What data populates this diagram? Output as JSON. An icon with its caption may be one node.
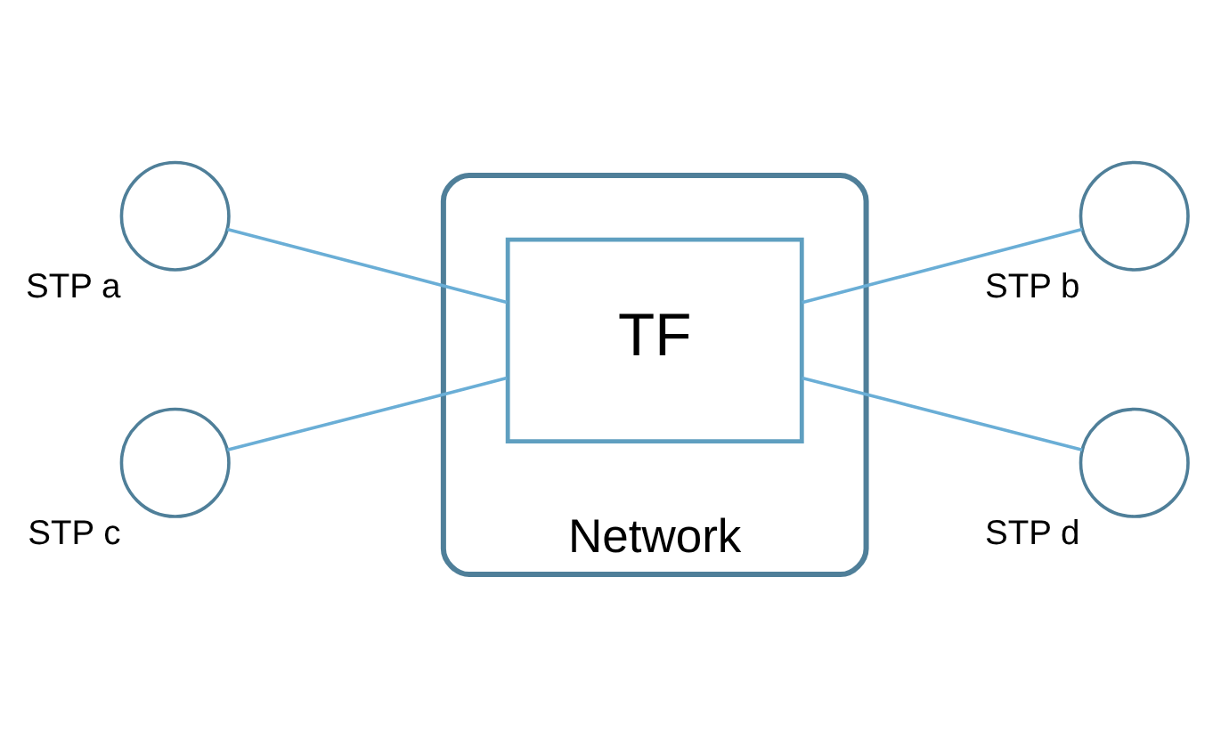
{
  "diagram": {
    "nodes": [
      {
        "text": [
          "Network"
        ]
      },
      {
        "text": [
          "TF"
        ],
        "in": 0
      },
      {
        "text": [],
        "shape": "circle",
        "beside": [
          "STP a"
        ]
      },
      {
        "text": [],
        "shape": "circle",
        "beside": [
          "STP b"
        ]
      },
      {
        "text": [],
        "shape": "circle",
        "beside": [
          "STP c"
        ]
      },
      {
        "text": [],
        "shape": "circle",
        "beside": [
          "STP d"
        ]
      }
    ],
    "edges": [
      {
        "from": 2,
        "to": 1,
        "arrow": "none"
      },
      {
        "from": 1,
        "to": 3,
        "arrow": "none"
      },
      {
        "from": 4,
        "to": 1,
        "arrow": "none"
      },
      {
        "from": 1,
        "to": 5,
        "arrow": "none"
      }
    ]
  }
}
